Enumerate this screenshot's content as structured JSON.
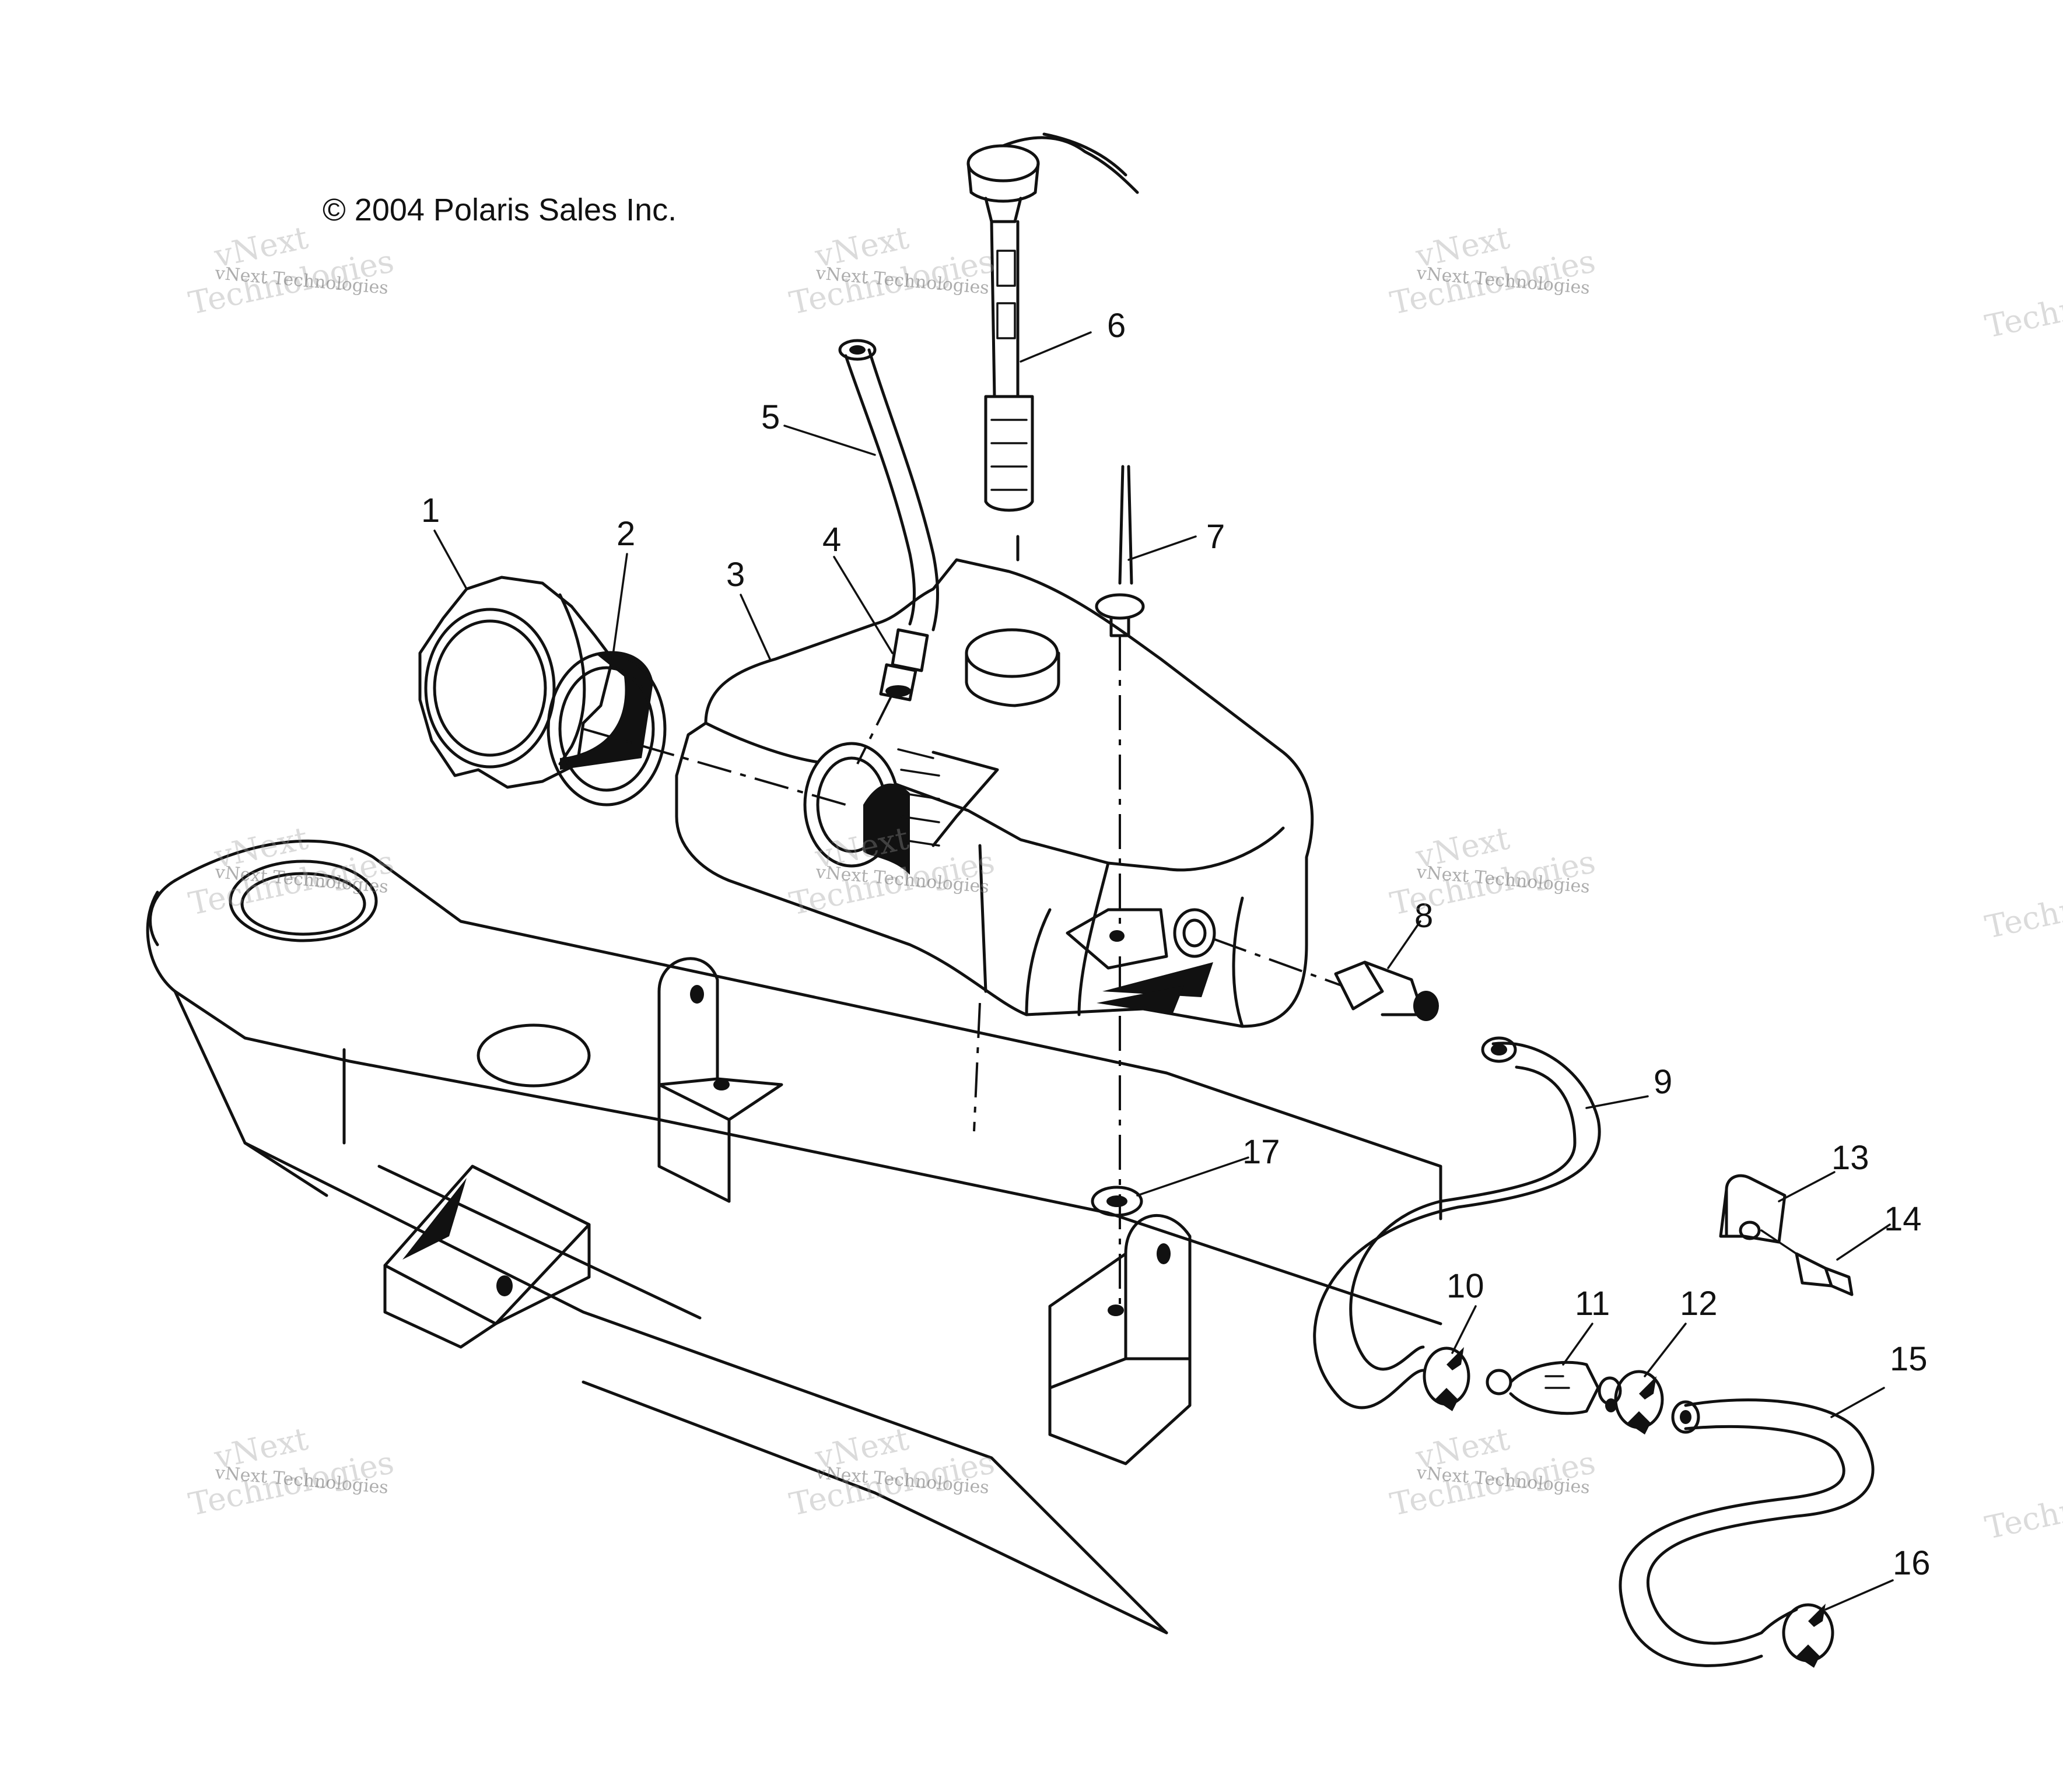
{
  "copyright": "© 2004 Polaris Sales Inc.",
  "watermark": {
    "line1": "vNext",
    "line2": "Technologies",
    "full": "vNext Technologies"
  },
  "callouts": [
    "1",
    "2",
    "3",
    "4",
    "5",
    "6",
    "7",
    "8",
    "9",
    "10",
    "11",
    "12",
    "13",
    "14",
    "15",
    "16",
    "17"
  ],
  "colors": {
    "line": "#111111",
    "background": "#ffffff",
    "watermark": "#9a9a9a"
  }
}
